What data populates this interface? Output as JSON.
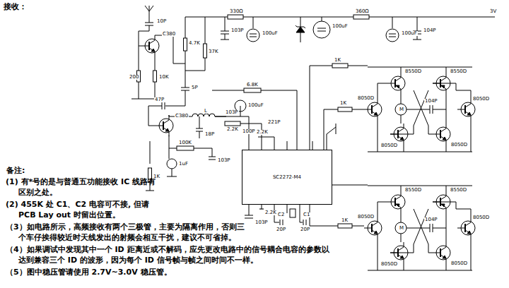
{
  "diagram": {
    "nodes": [
      {
        "text": [
          "SC2272-M4"
        ]
      }
    ],
    "labels": [
      "接收：",
      "10P",
      "C380",
      "10K",
      "200",
      "4.7K",
      "37K",
      "5P",
      "330Ω",
      "103P",
      "100uF",
      "100uF",
      "360Ω",
      "100uF",
      "104P",
      "3V",
      "6.8K",
      "47P",
      "C380",
      "100uF",
      "L",
      "18P",
      "2.2K",
      "103P",
      "100P",
      "2.2K",
      "221P",
      "100K",
      "103P",
      "1uF",
      "1K",
      "1K",
      "1K",
      "2.2K",
      "103P",
      "20P",
      "20P",
      "C1",
      "C2",
      "1K",
      "8550D",
      "8550D",
      "8050D",
      "M",
      "104P",
      "8050D",
      "8050D",
      "8050D",
      "8550D",
      "8550D",
      "8050D",
      "M",
      "104P",
      "8050D",
      "8050D",
      "8050D",
      "备注:",
      "(1) 有*号的是与普通五功能接收 IC 线路有区别之处。",
      "(2) 455K 处 C1、C2 电容可不接, 但请 PCB Lay out 时留出位置。",
      "（3）如电路所示，高频接收有两个三极管，主要为隔离作用，否则三个车仔挨得较近时天线发出的射频会相互干扰，建议不可省掉。",
      "（4）如果调试中发现其中一个 ID 距离近或不解码，应先更改电路中的信号耦合电容的参数以达到兼容三个 ID 的波形，因为每个 ID 信号帧与帧之间时间不一样。",
      "（5）图中稳压管请使用 2.7V~3.0V 稳压管。"
    ]
  }
}
